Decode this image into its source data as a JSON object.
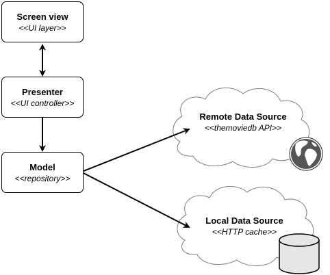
{
  "nodes": {
    "screen_view": {
      "title": "Screen view",
      "stereotype": "<<UI layer>>"
    },
    "presenter": {
      "title": "Presenter",
      "stereotype": "<<UI controller>>"
    },
    "model": {
      "title": "Model",
      "stereotype": "<<repository>>"
    },
    "remote_source": {
      "title": "Remote Data Source",
      "stereotype": "<<themoviedb API>>"
    },
    "local_source": {
      "title": "Local Data Source",
      "stereotype": "<<HTTP cache>>"
    }
  },
  "icons": {
    "remote_source": "globe-icon",
    "local_source": "database-icon"
  },
  "edges": [
    {
      "from": "screen_view",
      "to": "presenter",
      "direction": "both"
    },
    {
      "from": "presenter",
      "to": "model",
      "direction": "forward"
    },
    {
      "from": "model",
      "to": "remote_source",
      "direction": "forward"
    },
    {
      "from": "model",
      "to": "local_source",
      "direction": "forward"
    }
  ],
  "colors": {
    "stroke": "#000000",
    "node_fill": "#ffffff",
    "globe_fill": "#555555",
    "database_fill": "#e6e6e6"
  }
}
